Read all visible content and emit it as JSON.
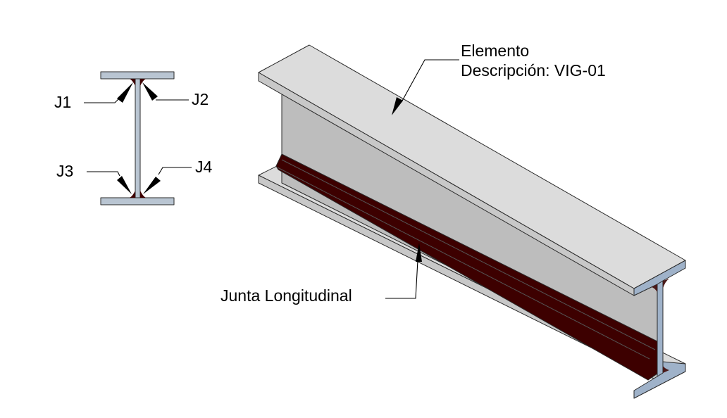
{
  "section_view": {
    "title": "I-beam cross-section",
    "joints": [
      {
        "id": "J1",
        "label": "J1"
      },
      {
        "id": "J2",
        "label": "J2"
      },
      {
        "id": "J3",
        "label": "J3"
      },
      {
        "id": "J4",
        "label": "J4"
      }
    ]
  },
  "isometric_view": {
    "element_label": "Elemento",
    "description_label": "Descripción: VIG-01",
    "weld_label": "Junta Longitudinal"
  },
  "colors": {
    "flange_top": "#dcdcdc",
    "flange_side": "#c8c8c8",
    "web": "#bdbdbd",
    "section_fill": "#b9c5d2",
    "weld": "#3d0000",
    "edge": "#2a2a2a"
  }
}
